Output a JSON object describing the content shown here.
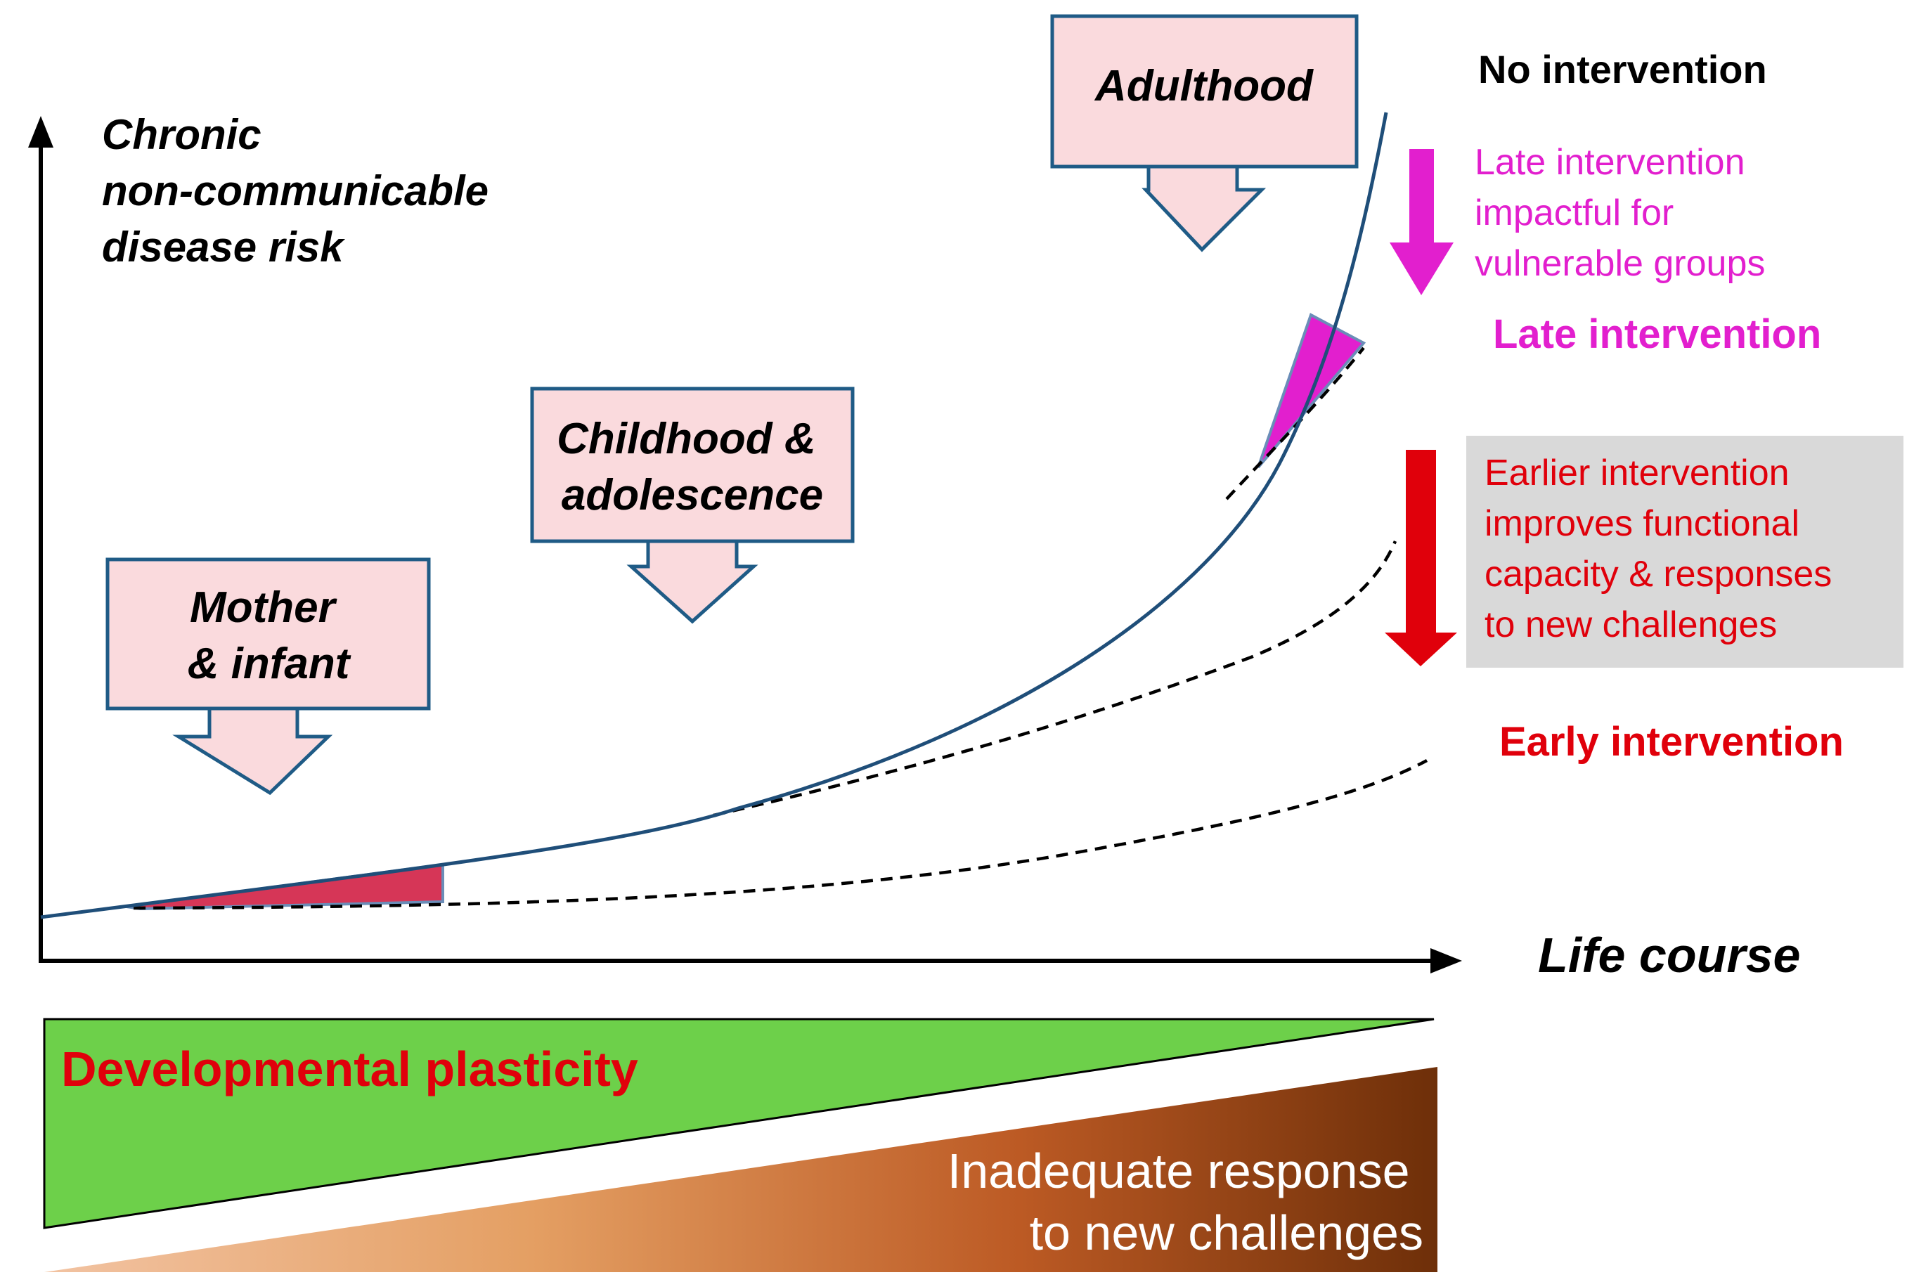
{
  "axes": {
    "y_label": [
      "Chronic",
      "non-communicable",
      "disease risk"
    ],
    "x_label": "Life course"
  },
  "stages": {
    "mother": [
      "Mother",
      "& infant"
    ],
    "childhood": [
      "Childhood &",
      "adolescence"
    ],
    "adulthood": [
      "Adulthood"
    ]
  },
  "right_labels": {
    "no_intervention": "No intervention",
    "late_note": [
      "Late intervention",
      "impactful for",
      "vulnerable groups"
    ],
    "late_intervention": "Late intervention",
    "earlier_note": [
      "Earlier intervention",
      "improves functional",
      "capacity & responses",
      "to new challenges"
    ],
    "early_intervention": "Early intervention"
  },
  "bands": {
    "plasticity": "Developmental plasticity",
    "inadequate": [
      "Inadequate response",
      "to new challenges"
    ]
  },
  "colors": {
    "curve": "#1f4e79",
    "box_fill": "#fadadd",
    "box_stroke": "#1f5b86",
    "magenta": "#e21fce",
    "red": "#e0000b",
    "crimson": "#d63657",
    "green": "#6dd04a",
    "note_bg": "#d9d9d9"
  }
}
